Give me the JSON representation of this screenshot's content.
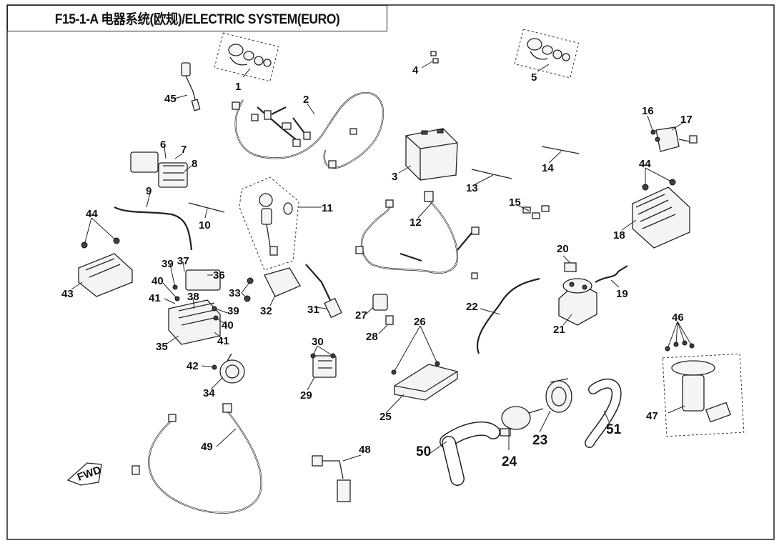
{
  "header": {
    "title": "F15-1-A 电器系统(欧规)/ELECTRIC SYSTEM(EURO)"
  },
  "direction_marker": "FWD",
  "callouts": [
    "1",
    "2",
    "3",
    "4",
    "5",
    "6",
    "7",
    "8",
    "9",
    "10",
    "11",
    "12",
    "13",
    "14",
    "15",
    "16",
    "17",
    "18",
    "19",
    "20",
    "21",
    "22",
    "23",
    "24",
    "25",
    "26",
    "27",
    "28",
    "29",
    "30",
    "31",
    "32",
    "33",
    "34",
    "35",
    "36",
    "37",
    "38",
    "39",
    "40",
    "41",
    "42",
    "43",
    "44",
    "45",
    "46",
    "47",
    "48",
    "49",
    "50",
    "51"
  ]
}
